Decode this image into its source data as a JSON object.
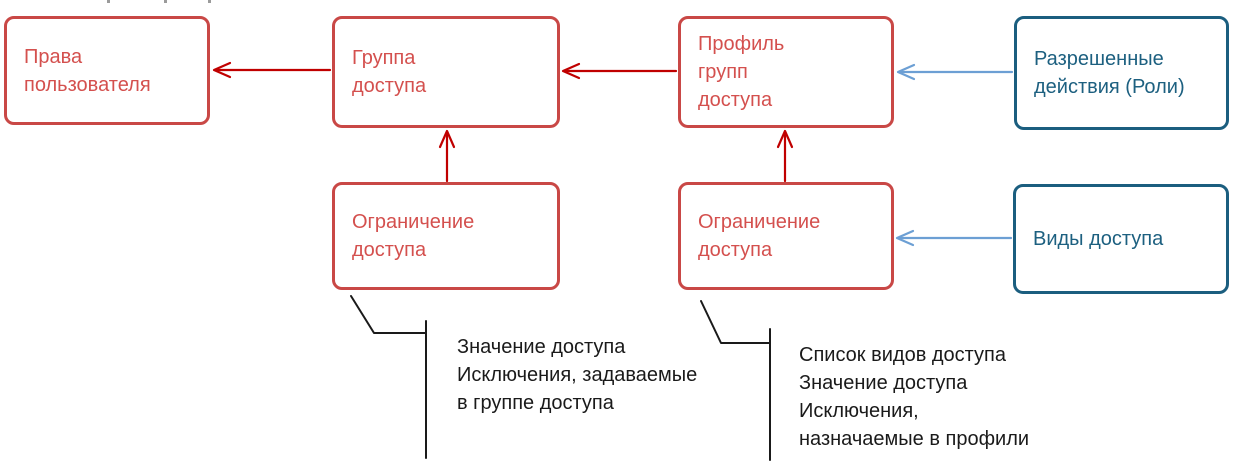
{
  "colors": {
    "red_box_border": "#C94846",
    "red_box_text": "#D4504E",
    "red_arrow": "#C00000",
    "blue_box_border": "#1B5E7F",
    "blue_box_text": "#1D6080",
    "blue_arrow": "#6C9FD4",
    "callout_line": "#1A1A1A",
    "annotation_text": "#1A1A1A",
    "background": "#FFFFFF"
  },
  "boxes": {
    "user_rights": {
      "lines": [
        "Права",
        "пользователя"
      ]
    },
    "access_group": {
      "lines": [
        "Группа",
        "доступа"
      ]
    },
    "access_group_profile": {
      "lines": [
        "Профиль",
        "групп",
        "доступа"
      ]
    },
    "allowed_actions": {
      "lines": [
        "Разрешенные",
        "действия (Роли)"
      ]
    },
    "access_restriction_group": {
      "lines": [
        "Ограничение",
        "доступа"
      ]
    },
    "access_restriction_profile": {
      "lines": [
        "Ограничение",
        "доступа"
      ]
    },
    "access_kinds": {
      "lines": [
        "Виды доступа"
      ]
    }
  },
  "annotations": {
    "group_restriction_note": {
      "lines": [
        "Значение доступа",
        "Исключения, задаваемые",
        "в группе доступа"
      ]
    },
    "profile_restriction_note": {
      "lines": [
        "Список видов доступа",
        "Значение доступа",
        "Исключения,",
        "назначаемые в профили"
      ]
    }
  }
}
